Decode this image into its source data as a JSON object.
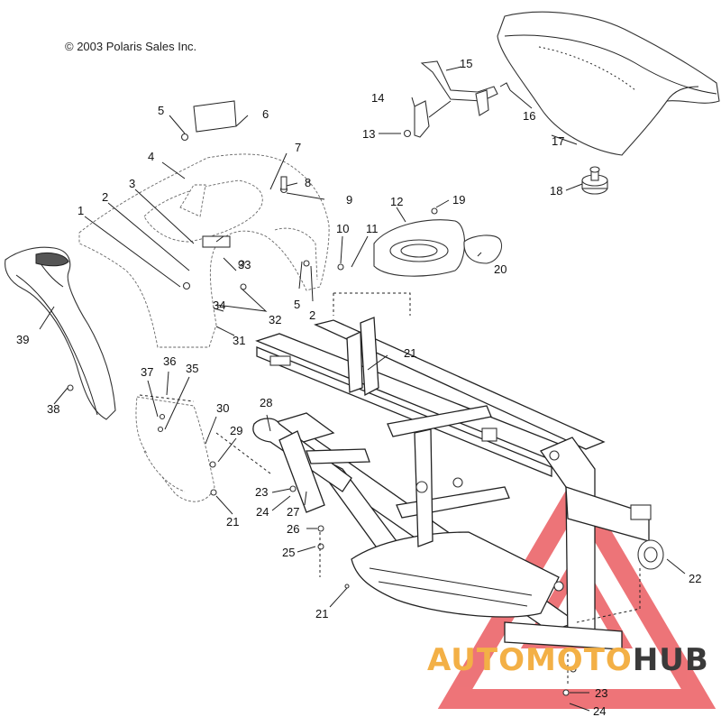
{
  "copyright": "© 2003 Polaris Sales Inc.",
  "callouts": {
    "n1": "1",
    "n2a": "2",
    "n2b": "2",
    "n3": "3",
    "n4": "4",
    "n5a": "5",
    "n5b": "5",
    "n6": "6",
    "n7": "7",
    "n8": "8",
    "n9": "9",
    "n10": "10",
    "n11": "11",
    "n12": "12",
    "n13": "13",
    "n14": "14",
    "n15": "15",
    "n16": "16",
    "n17": "17",
    "n18": "18",
    "n19": "19",
    "n20": "20",
    "n21a": "21",
    "n21b": "21",
    "n21c": "21",
    "n22": "22",
    "n23a": "23",
    "n23b": "23",
    "n24a": "24",
    "n24b": "24",
    "n25": "25",
    "n26": "26",
    "n27": "27",
    "n28": "28",
    "n29": "29",
    "n30": "30",
    "n31": "31",
    "n32": "32",
    "n33": "33",
    "n34": "34",
    "n35": "35",
    "n36": "36",
    "n37": "37",
    "n38": "38",
    "n39": "39"
  },
  "watermark": {
    "part1": "AUTOMOTO",
    "part2": "HUB",
    "accent_color": "#f3b046",
    "triangle_color": "#e8464b",
    "text_dark": "#3a3a3a"
  }
}
